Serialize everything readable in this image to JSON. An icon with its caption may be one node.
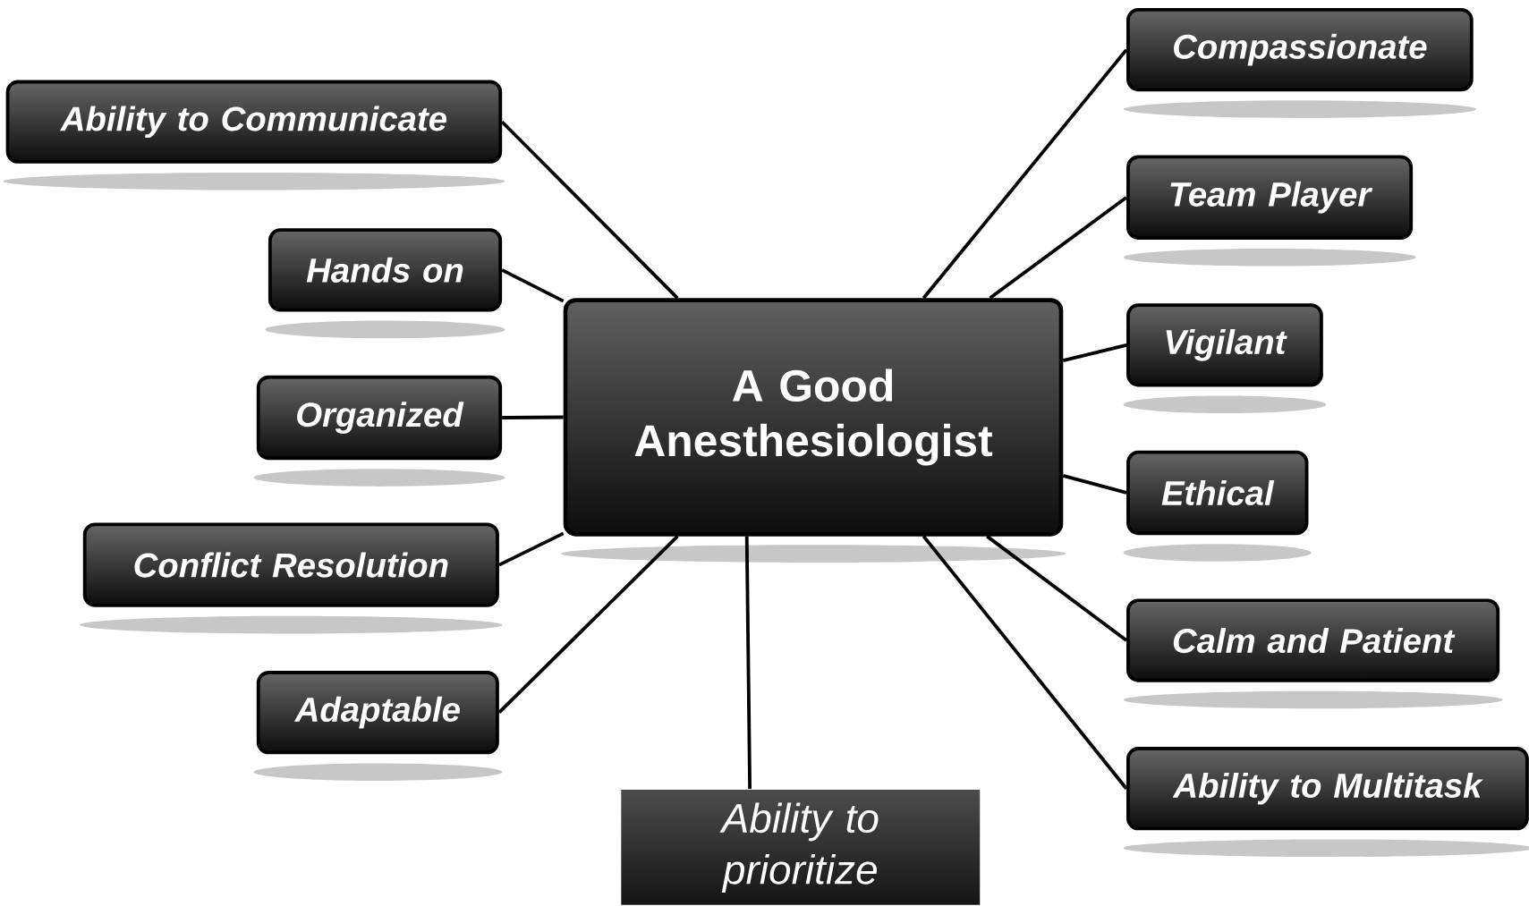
{
  "diagram": {
    "nodes": [
      {
        "text": [
          "A Good Anesthesiologist"
        ]
      },
      {
        "text": [
          "Ability to Communicate"
        ]
      },
      {
        "text": [
          "Hands on"
        ]
      },
      {
        "text": [
          "Organized"
        ]
      },
      {
        "text": [
          "Conflict Resolution"
        ]
      },
      {
        "text": [
          "Adaptable"
        ]
      },
      {
        "text": [
          "Ability to prioritize"
        ]
      },
      {
        "text": [
          "Compassionate"
        ]
      },
      {
        "text": [
          "Team Player"
        ]
      },
      {
        "text": [
          "Vigilant"
        ]
      },
      {
        "text": [
          "Ethical"
        ]
      },
      {
        "text": [
          "Calm and Patient"
        ]
      },
      {
        "text": [
          "Ability to Multitask"
        ]
      }
    ],
    "edges": [
      {
        "from": 0,
        "to": 1,
        "arrow": "none"
      },
      {
        "from": 0,
        "to": 2,
        "arrow": "none"
      },
      {
        "from": 0,
        "to": 3,
        "arrow": "none"
      },
      {
        "from": 0,
        "to": 4,
        "arrow": "none"
      },
      {
        "from": 0,
        "to": 5,
        "arrow": "none"
      },
      {
        "from": 0,
        "to": 6,
        "arrow": "none"
      },
      {
        "from": 0,
        "to": 7,
        "arrow": "none"
      },
      {
        "from": 0,
        "to": 8,
        "arrow": "none"
      },
      {
        "from": 0,
        "to": 9,
        "arrow": "none"
      },
      {
        "from": 0,
        "to": 10,
        "arrow": "none"
      },
      {
        "from": 0,
        "to": 11,
        "arrow": "none"
      },
      {
        "from": 0,
        "to": 12,
        "arrow": "none"
      }
    ]
  }
}
